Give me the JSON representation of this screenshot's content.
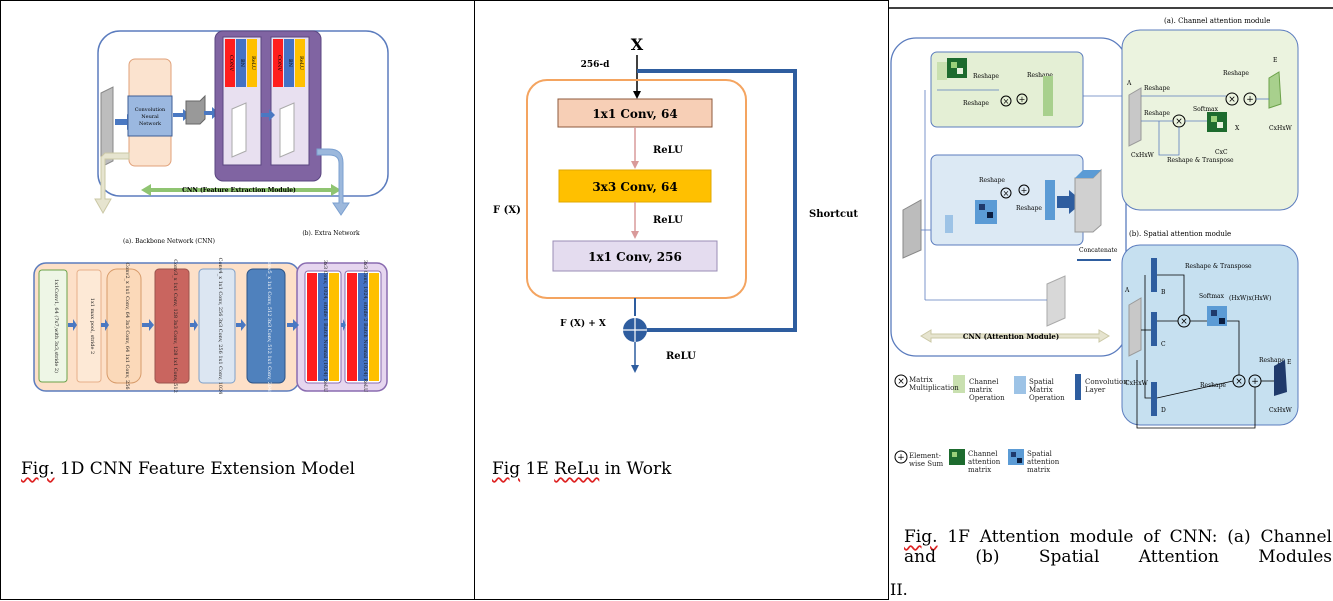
{
  "panel_d": {
    "caption_prefix": "Fig.",
    "caption_rest": " 1D CNN Feature Extension Model",
    "label_cnn_box": "Convolution Neural Network",
    "label_conv": "CONV",
    "label_bn": "BN",
    "label_relu": "ReLU",
    "label_feature_module": "CNN (Feature Extraction Module)",
    "label_backbone": "(a). Backbone Network (CNN)",
    "label_extra": "(b). Extra Network",
    "stage_texts": [
      "1x1Conv1, 64 (7x7,with 3x3,stride 2)",
      "1x1 max pool, stride 2",
      "Conv2_x  1x1 Conv, 64  3x3 Conv, 64  1x1 Conv, 256",
      "Conv3_x  1x1 Conv, 128  3x3 Conv, 128  1x1 Conv, 512",
      "Conv4_x  1x1 Conv, 256  3x3 Conv, 256  1x1 Conv, 1024",
      "Conv5_x  1x1 Conv, 512  3x3 Conv, 512  1x1 Conv, 2048",
      "3x3 Conv, 1024, stride 1  Batch Normal (1024)  ReLU",
      "3x3 Conv, 1024, stride 2  Batch Normal (1024)  ReLU"
    ]
  },
  "panel_e": {
    "caption_prefix": "Fig",
    "caption_mid": " 1E ",
    "caption_word": "ReLu",
    "caption_rest": " in Work",
    "input_label": "X",
    "dim_label": "256-d",
    "block1": "1x1 Conv, 64",
    "block2": "3x3 Conv, 64",
    "block3": "1x1 Conv, 256",
    "relu1": "ReLU",
    "relu2": "ReLU",
    "relu3": "ReLU",
    "fx_label": "F (X)",
    "sum_label": "F (X) + X",
    "shortcut_label": "Shortcut",
    "colors": {
      "block1": "#f7cfb6",
      "block2": "#ffc000",
      "block3": "#e4dcef",
      "frame": "#f4a460",
      "shortcut": "#2e5d9f"
    }
  },
  "panel_f": {
    "caption_prefix": "Fig.",
    "caption_rest": " 1F Attention module of CNN: (a) Channel and (b) Spatial Attention Modules",
    "footer": "II.",
    "title_a": "(a). Channel attention module",
    "title_b": "(b). Spatial attention module",
    "label_reshape": "Reshape",
    "label_softmax": "Softmax",
    "label_reshape_transpose": "Reshape & Transpose",
    "label_chw": "CxHxW",
    "label_cxc": "CxC",
    "label_hwhw": "(HxW)x(HxW)",
    "label_concatenate": "Concatenate",
    "label_attention_module": "CNN (Attention Module)",
    "letters": {
      "a": "A",
      "b": "B",
      "c": "C",
      "d": "D",
      "e": "E",
      "x": "X"
    },
    "legend": {
      "matrix_mult": "Matrix Multiplication",
      "channel_op": "Channel matrix Operation",
      "spatial_op": "Spatial Matrix Operation",
      "conv_layer": "Convolution Layer",
      "elementwise": "Element-wise Sum",
      "channel_matrix": "Channel attention matrix",
      "spatial_matrix": "Spatial attention matrix"
    }
  }
}
